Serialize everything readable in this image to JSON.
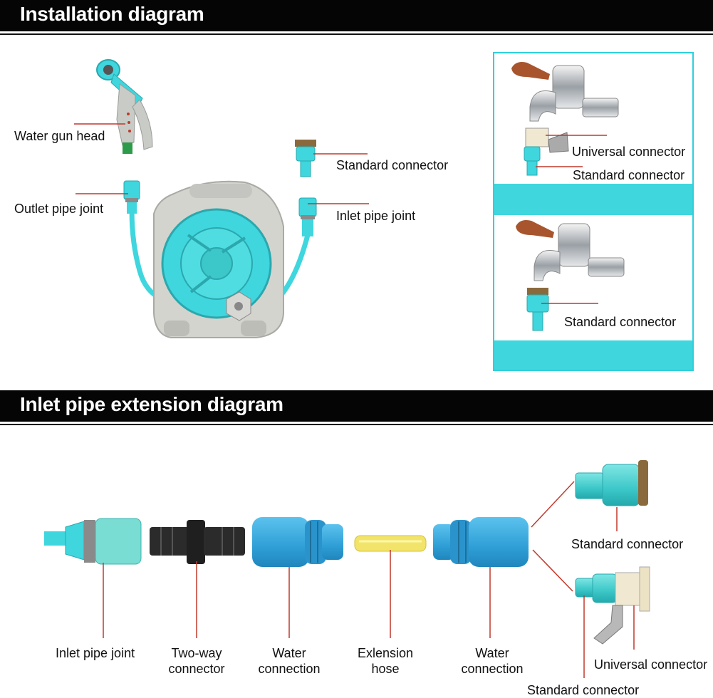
{
  "sections": [
    {
      "title": "Installation diagram"
    },
    {
      "title": "Inlet pipe extension diagram"
    }
  ],
  "install": {
    "labels": {
      "water_gun_head": "Water gun head",
      "outlet_pipe_joint": "Outlet pipe joint",
      "standard_connector": "Standard connector",
      "inlet_pipe_joint": "Inlet pipe joint"
    },
    "faucet_panel": {
      "top_universal": "Universal connector",
      "top_standard": "Standard connector",
      "bottom_standard": "Standard connector"
    }
  },
  "extension": {
    "labels": {
      "inlet_pipe_joint": "Inlet pipe joint",
      "two_way_l1": "Two-way",
      "two_way_l2": "connector",
      "water_conn1_l1": "Water",
      "water_conn1_l2": "connection",
      "hose_l1": "Exlension",
      "hose_l2": "hose",
      "water_conn2_l1": "Water",
      "water_conn2_l2": "connection",
      "standard_connector_right": "Standard connector",
      "universal_connector": "Universal connector",
      "standard_connector_bottom": "Standard connector"
    }
  },
  "colors": {
    "teal": "#3fd6de",
    "cyan_blue": "#3aa7d8",
    "grey": "#c9cbc6",
    "leader_red": "#c0392b",
    "hose_yellow": "#f2e46a",
    "header_black": "#050505"
  }
}
